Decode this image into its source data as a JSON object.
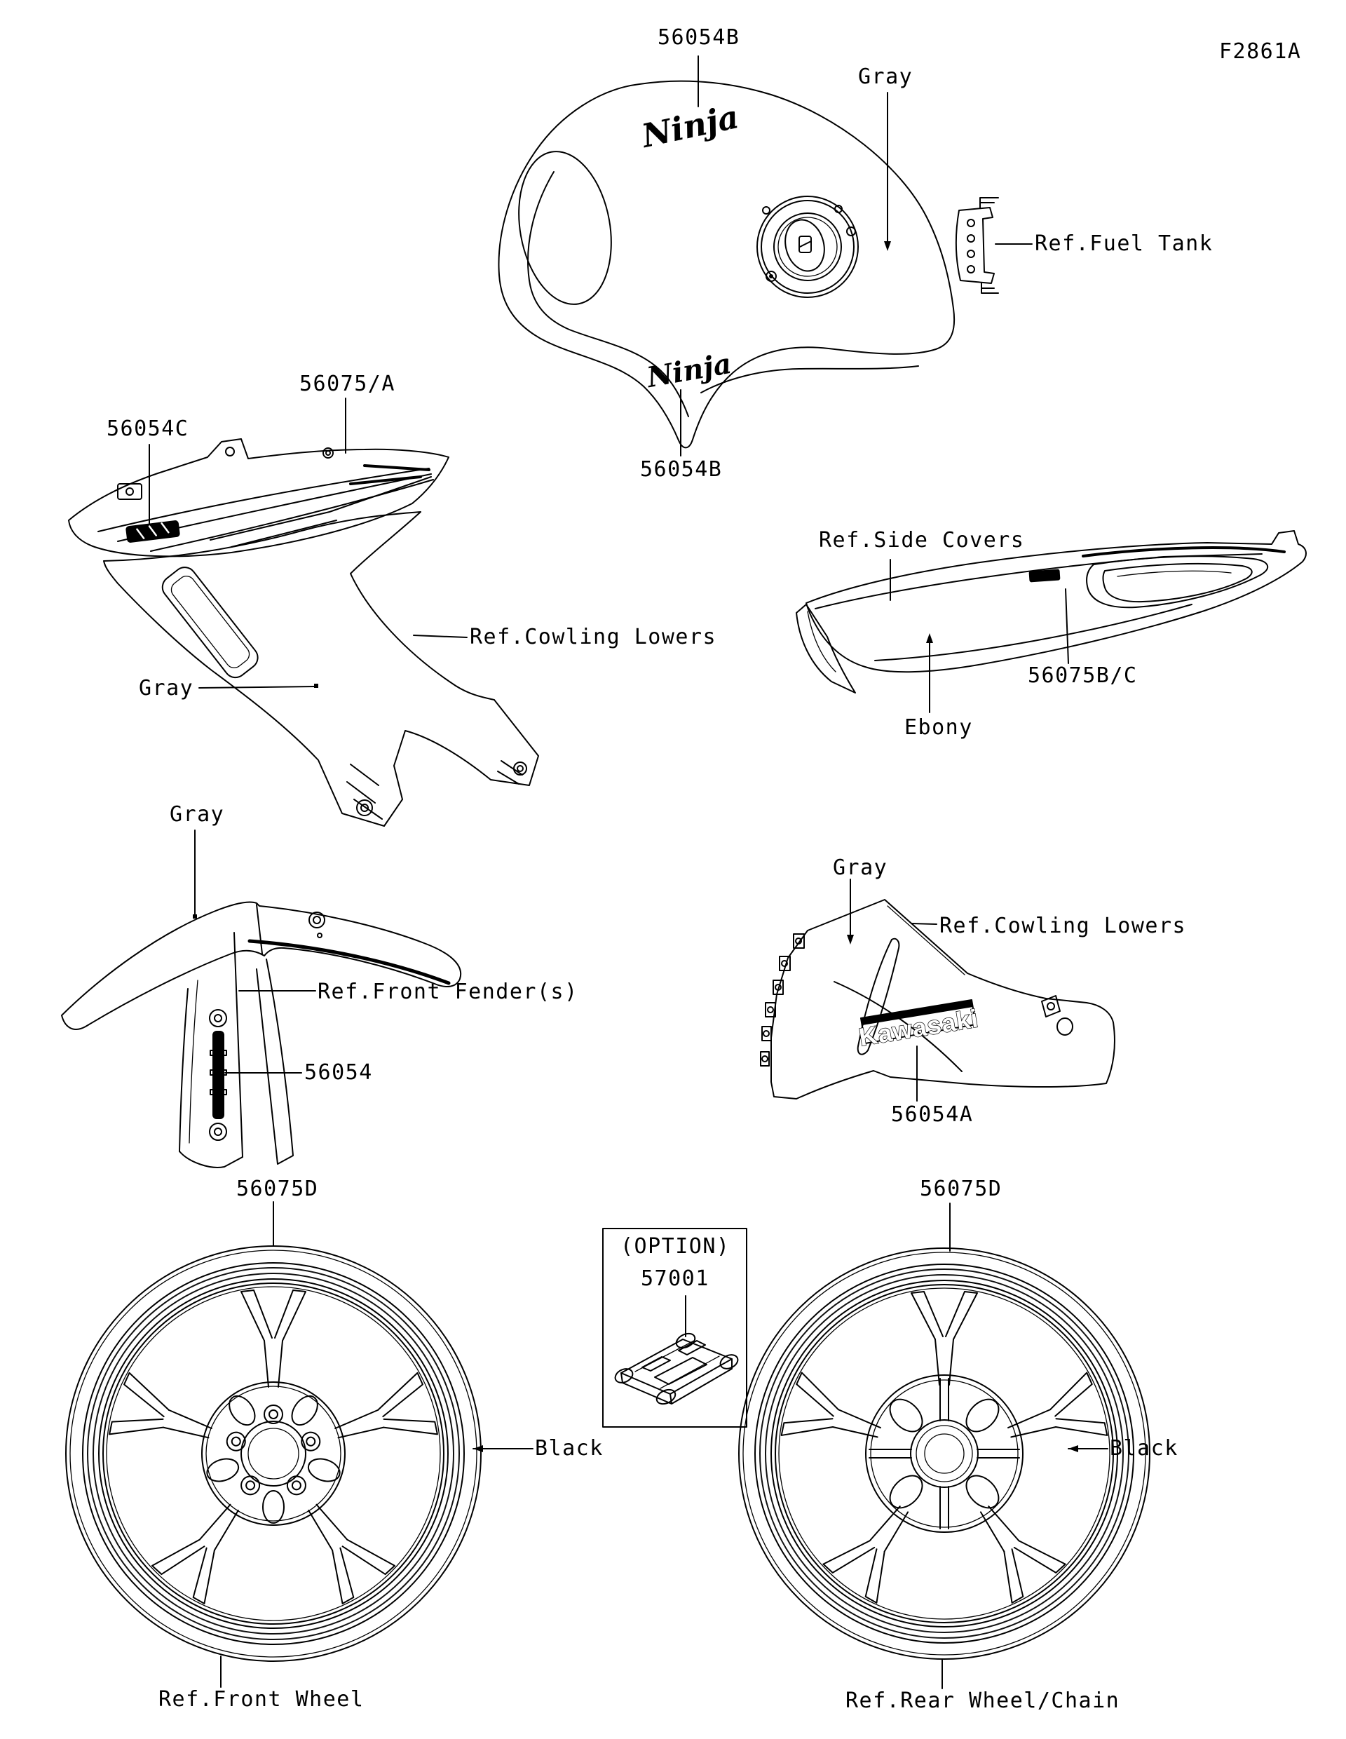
{
  "figure_code": "F2861A",
  "tank": {
    "part_top": "56054B",
    "part_bottom": "56054B",
    "color": "Gray",
    "ref": "Ref.Fuel Tank",
    "logo": "Ninja"
  },
  "upper_cowling": {
    "part": "56075/A",
    "logo_part": "56054C",
    "ref": "Ref.Cowling Lowers",
    "color": "Gray"
  },
  "side_cover": {
    "ref": "Ref.Side Covers",
    "part": "56075B/C",
    "color": "Ebony"
  },
  "front_fender": {
    "color": "Gray",
    "ref": "Ref.Front Fender(s)",
    "part": "56054"
  },
  "lower_cowling": {
    "color": "Gray",
    "ref": "Ref.Cowling Lowers",
    "decal": "Kawasaki",
    "part": "56054A"
  },
  "front_wheel": {
    "part": "56075D",
    "color": "Black",
    "ref": "Ref.Front Wheel"
  },
  "rear_wheel": {
    "part": "56075D",
    "color": "Black",
    "ref": "Ref.Rear Wheel/Chain"
  },
  "option": {
    "label": "(OPTION)",
    "part": "57001"
  },
  "colors": {
    "line": "#000000",
    "background": "#ffffff"
  }
}
